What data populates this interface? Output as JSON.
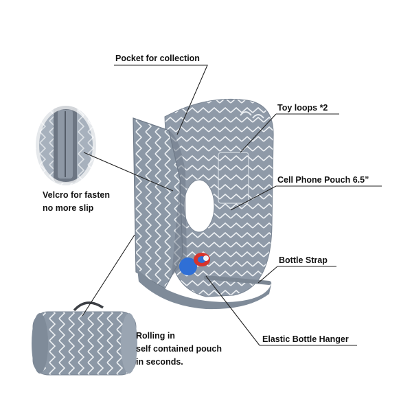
{
  "labels": {
    "pocket": "Pocket for collection",
    "toy_loops": "Toy loops *2",
    "phone_pouch": "Cell Phone Pouch 6.5”",
    "bottle_strap": "Bottle Strap",
    "elastic_hanger": "Elastic Bottle Hanger",
    "velcro": [
      "Velcro for fasten",
      "no more slip"
    ],
    "rolling": [
      "Rolling in",
      "self contained pouch",
      "in seconds."
    ]
  },
  "colors": {
    "fabric": "#8f9aa8",
    "fabric_dark": "#6f7a88",
    "chevron": "#eef1f4",
    "bottle_blue": "#2f6fd6",
    "bottle_red": "#d8342c",
    "strap": "#7c8794",
    "leader_line": "#222222"
  },
  "icons": [
    "cart-cover-illustration",
    "velcro-closeup",
    "rolled-pouch",
    "baby-bottle"
  ]
}
